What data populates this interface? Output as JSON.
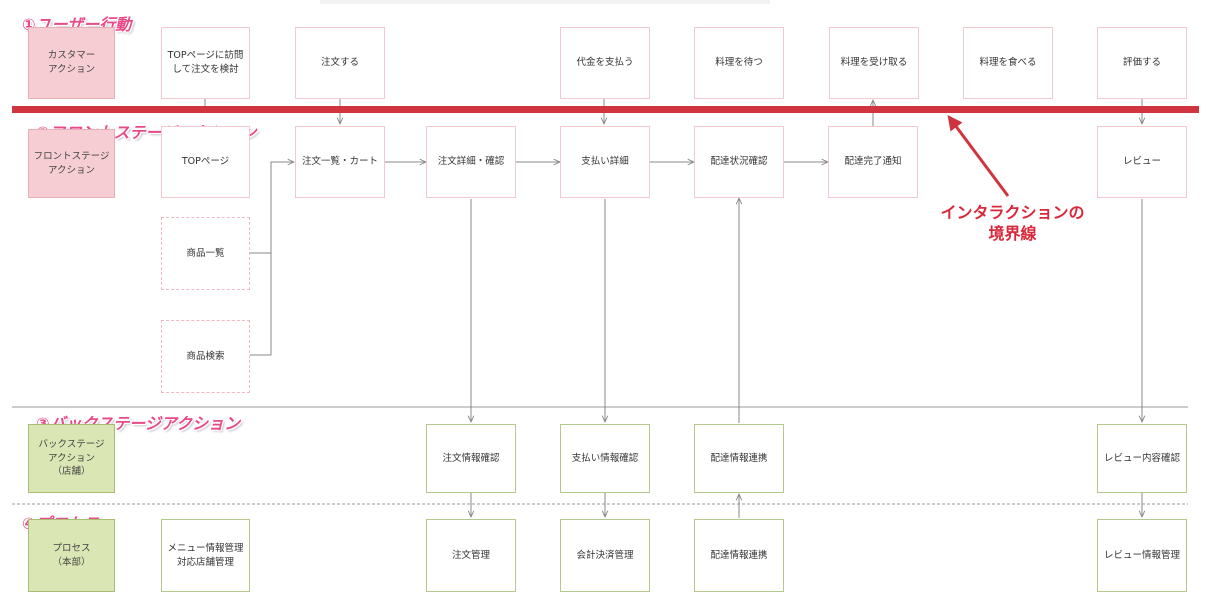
{
  "sections": {
    "user_action": "①ユーザー行動",
    "front_stage": "②フロントステージアクション",
    "back_stage": "③バックステージアクション",
    "process": "④プロセス"
  },
  "lanes": {
    "customer": "カスタマー\nアクション",
    "front": "フロントステージ\nアクション",
    "back": "バックステージ\nアクション\n（店舗）",
    "process": "プロセス\n（本部）"
  },
  "customer_actions": {
    "visit_top": "TOPページに訪問\nして注文を検討",
    "order": "注文する",
    "pay": "代金を支払う",
    "wait": "料理を待つ",
    "receive": "料理を受け取る",
    "eat": "料理を食べる",
    "review": "評価する"
  },
  "front_actions": {
    "top_page": "TOPページ",
    "order_cart": "注文一覧・カート",
    "order_detail": "注文詳細・確認",
    "payment_detail": "支払い詳細",
    "delivery_status": "配達状況確認",
    "delivery_done": "配達完了通知",
    "review": "レビュー",
    "product_list": "商品一覧",
    "product_search": "商品検索"
  },
  "back_actions": {
    "order_info": "注文情報確認",
    "payment_info": "支払い情報確認",
    "delivery_link": "配達情報連携",
    "review_check": "レビュー内容確認"
  },
  "process_items": {
    "menu_mgmt": "メニュー情報管理\n対応店舗管理",
    "order_mgmt": "注文管理",
    "settlement": "会計決済管理",
    "delivery_link": "配達情報連携",
    "review_mgmt": "レビュー情報管理"
  },
  "callout": "インタラクションの\n境界線",
  "colors": {
    "boundary_line": "#d0353f",
    "callout_text": "#d8283a",
    "heading_text": "#e84b89",
    "pink_border": "#f2c9cf",
    "green_border": "#b5c98c",
    "lane_pink": "#f6cdd2",
    "lane_green": "#dbe6b5",
    "arrow": "#888888"
  }
}
